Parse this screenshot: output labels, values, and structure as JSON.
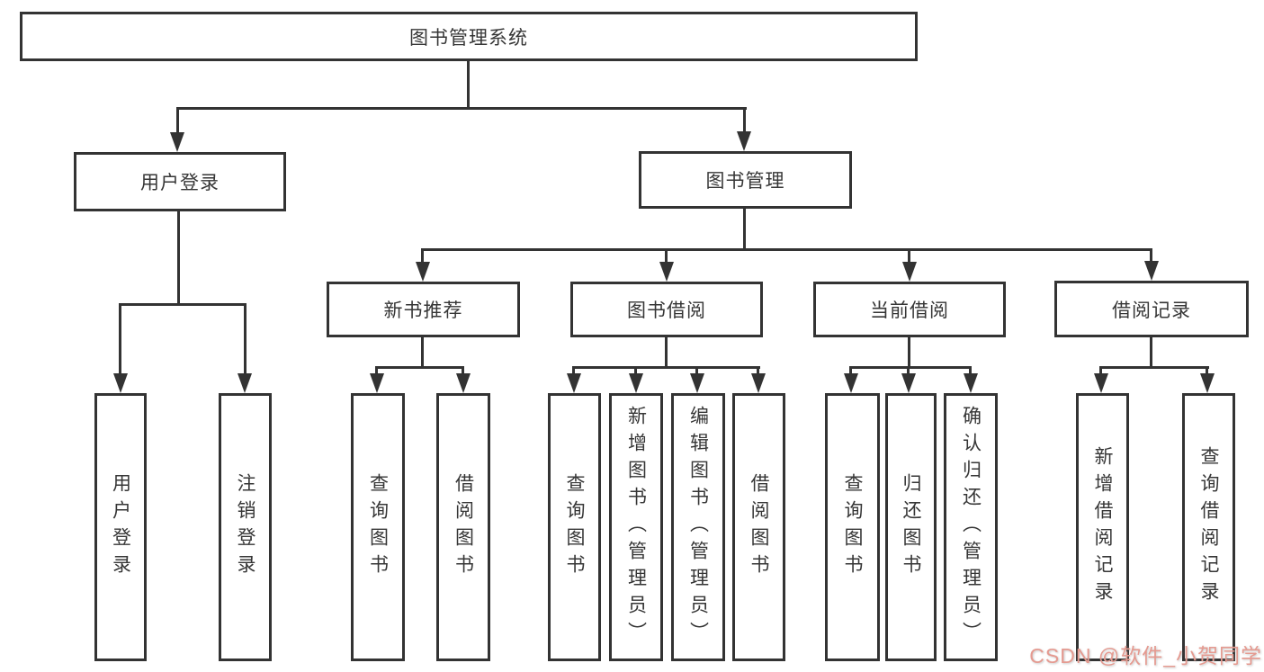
{
  "diagram": {
    "title": "图书管理系统",
    "root": {
      "label": "图书管理系统"
    },
    "branches": [
      {
        "label": "用户登录",
        "children": [
          {
            "label": "用户登录"
          },
          {
            "label": "注销登录"
          }
        ]
      },
      {
        "label": "图书管理",
        "children": [
          {
            "label": "新书推荐",
            "children": [
              {
                "label": "查询图书"
              },
              {
                "label": "借阅图书"
              }
            ]
          },
          {
            "label": "图书借阅",
            "children": [
              {
                "label": "查询图书"
              },
              {
                "label": "新增图书（管理员）"
              },
              {
                "label": "编辑图书（管理员）"
              },
              {
                "label": "借阅图书"
              }
            ]
          },
          {
            "label": "当前借阅",
            "children": [
              {
                "label": "查询图书"
              },
              {
                "label": "归还图书"
              },
              {
                "label": "确认归还（管理员）"
              }
            ]
          },
          {
            "label": "借阅记录",
            "children": [
              {
                "label": "新增借阅记录"
              },
              {
                "label": "查询借阅记录"
              }
            ]
          }
        ]
      }
    ]
  },
  "watermark": {
    "text": "CSDN @软件_小贺同学",
    "color": "#e59a90"
  },
  "style": {
    "line_color": "#333333",
    "text_color": "#363636",
    "box_background": "#ffffff",
    "page_background": "#ffffff"
  }
}
